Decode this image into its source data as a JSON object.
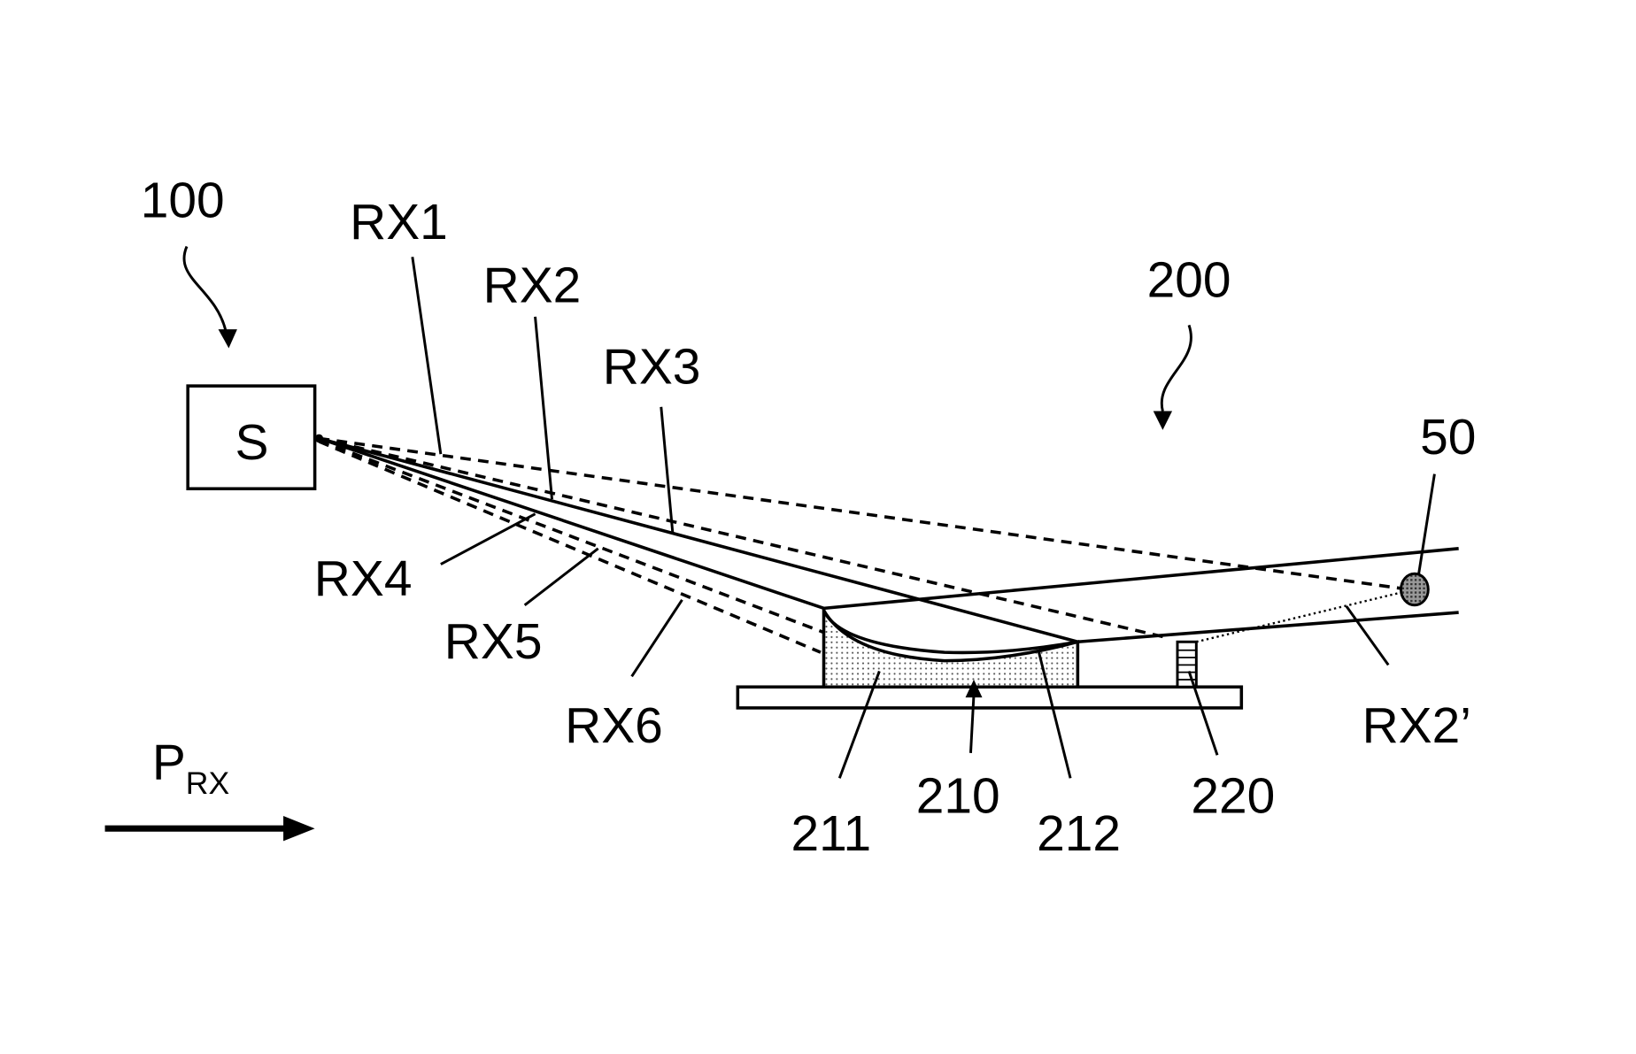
{
  "labels": {
    "source_ref": "100",
    "source_box": "S",
    "device_ref": "200",
    "rx1": "RX1",
    "rx2": "RX2",
    "rx3": "RX3",
    "rx4": "RX4",
    "rx5": "RX5",
    "rx6": "RX6",
    "rx2_prime": "RX2’",
    "object": "50",
    "mirror": "210",
    "mirror_body": "211",
    "mirror_coating": "212",
    "detector": "220",
    "direction_main": "P",
    "direction_sub": "RX"
  },
  "colors": {
    "line": "#000000",
    "object_fill": "#777777",
    "body_fill": "#e6e6e6"
  }
}
